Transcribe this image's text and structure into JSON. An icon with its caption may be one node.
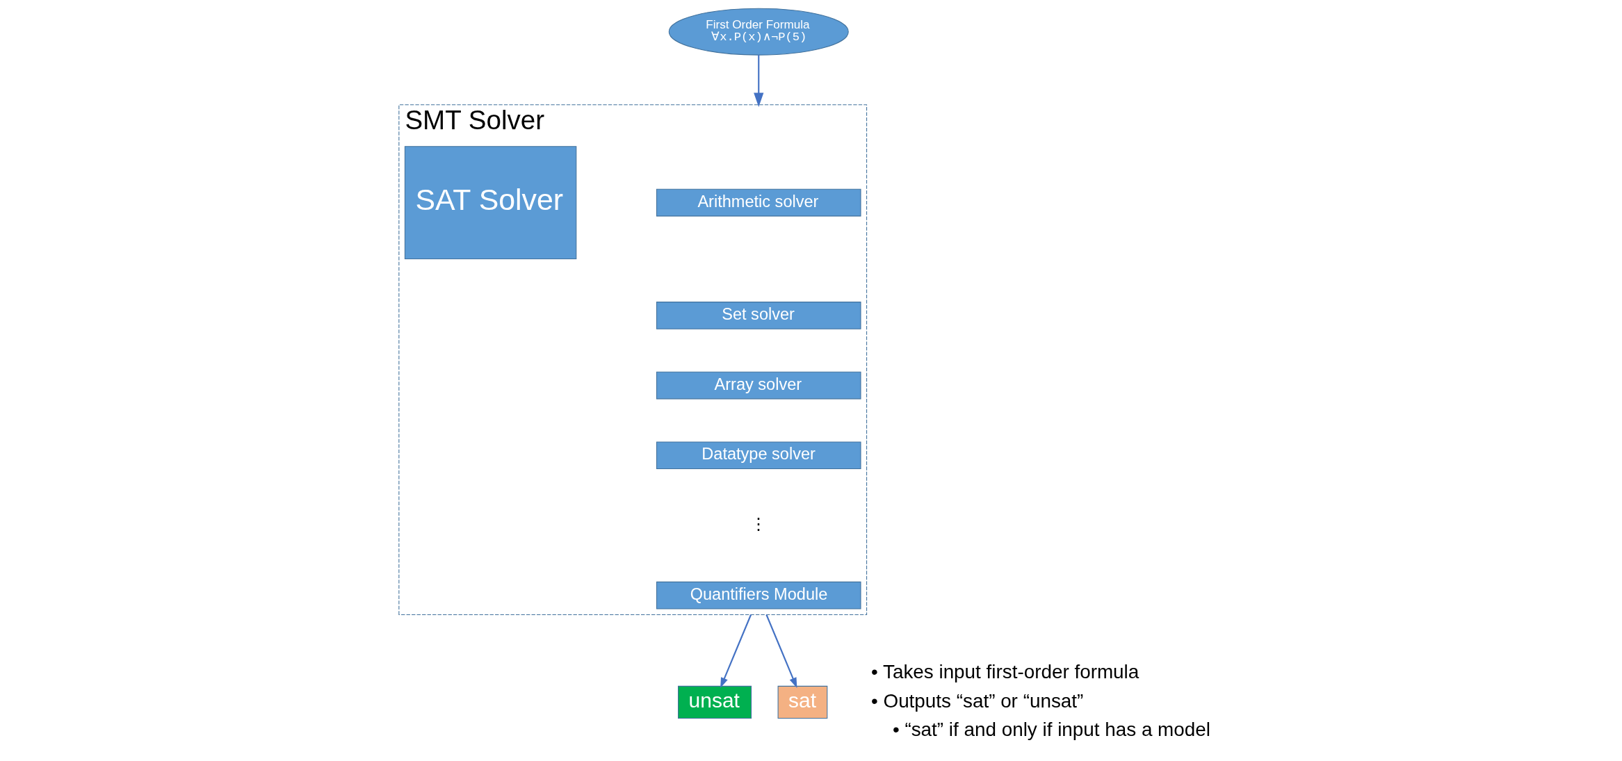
{
  "diagram": {
    "nodes": [
      {
        "text": [
          "First Order Formula",
          "∀x.P(x)∧¬P(5)"
        ]
      },
      {
        "text": [
          "SMT Solver"
        ]
      },
      {
        "text": [
          "SAT Solver"
        ],
        "in": 1
      },
      {
        "text": [
          "Arithmetic solver"
        ],
        "in": 1
      },
      {
        "text": [
          "Set solver"
        ],
        "in": 1
      },
      {
        "text": [
          "Array solver"
        ],
        "in": 1
      },
      {
        "text": [
          "Datatype solver"
        ],
        "in": 1
      },
      {
        "text": [
          "Quantifiers Module"
        ],
        "in": 1
      },
      {
        "text": [
          "unsat"
        ]
      },
      {
        "text": [
          "sat"
        ]
      }
    ],
    "edges": [
      {
        "from": 0,
        "to": 1,
        "arrow": "to"
      },
      {
        "from": 1,
        "to": 8,
        "arrow": "to"
      },
      {
        "from": 1,
        "to": 9,
        "arrow": "to"
      }
    ],
    "labels": [
      "⋮",
      "• Takes input first-order formula",
      "• Outputs “sat” or “unsat”",
      "• “sat” if and only if input has a model"
    ]
  }
}
